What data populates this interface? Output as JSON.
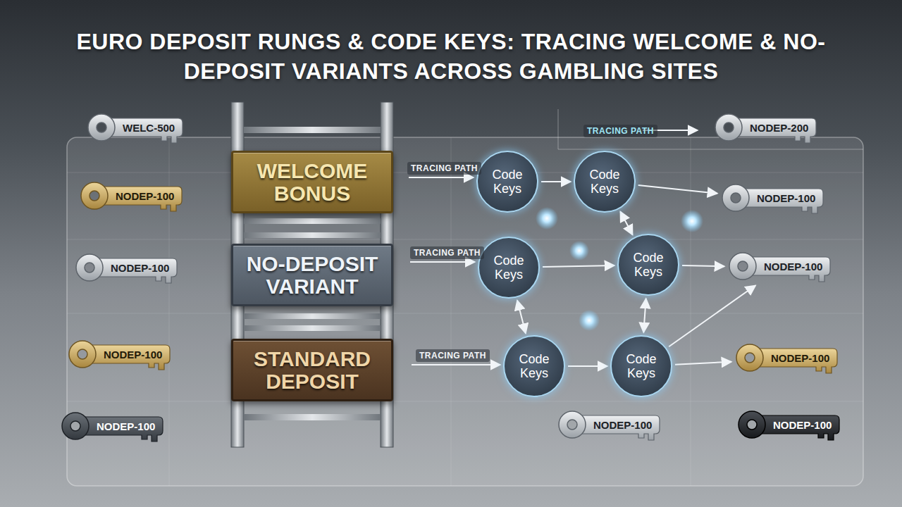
{
  "diagram": {
    "title": "EURO DEPOSIT RUNGS & CODE KEYS: TRACING WELCOME & NO-DEPOSIT VARIANTS ACROSS GAMBLING SITES",
    "nodes": [
      {
        "text": [
          "WELC-500"
        ]
      },
      {
        "text": [
          "NODEP-100"
        ]
      },
      {
        "text": [
          "NODEP-100"
        ]
      },
      {
        "text": [
          "NODEP-100"
        ]
      },
      {
        "text": [
          "NODEP-100"
        ]
      },
      {
        "text": [
          "WELCOME BONUS"
        ]
      },
      {
        "text": [
          "NO-DEPOSIT VARIANT"
        ]
      },
      {
        "text": [
          "STANDARD DEPOSIT"
        ]
      },
      {
        "text": [
          "Code Keys"
        ]
      },
      {
        "text": [
          "Code Keys"
        ]
      },
      {
        "text": [
          "Code Keys"
        ]
      },
      {
        "text": [
          "Code Keys"
        ]
      },
      {
        "text": [
          "Code Keys"
        ]
      },
      {
        "text": [
          "Code Keys"
        ]
      },
      {
        "text": [
          "NODEP-200"
        ]
      },
      {
        "text": [
          "NODEP-100"
        ]
      },
      {
        "text": [
          "NODEP-100"
        ]
      },
      {
        "text": [
          "NODEP-100"
        ]
      },
      {
        "text": [
          "NODEP-100"
        ]
      },
      {
        "text": [
          "NODEP-100"
        ]
      }
    ],
    "edges": [
      {
        "from": 8,
        "to": 9,
        "arrow": "to"
      },
      {
        "from": 9,
        "to": 15,
        "arrow": "to"
      },
      {
        "from": 9,
        "to": 11,
        "arrow": "both"
      },
      {
        "from": 10,
        "to": 11,
        "arrow": "to"
      },
      {
        "from": 10,
        "to": 12,
        "arrow": "both"
      },
      {
        "from": 12,
        "to": 13,
        "arrow": "to"
      },
      {
        "from": 13,
        "to": 11,
        "arrow": "both"
      },
      {
        "from": 11,
        "to": 16,
        "arrow": "to"
      },
      {
        "from": 13,
        "to": 16,
        "arrow": "to"
      },
      {
        "from": 13,
        "to": 17,
        "arrow": "to"
      }
    ],
    "labels": [
      "TRACING PATH",
      "TRACING PATH",
      "TRACING PATH",
      "TRACING PATH"
    ]
  }
}
